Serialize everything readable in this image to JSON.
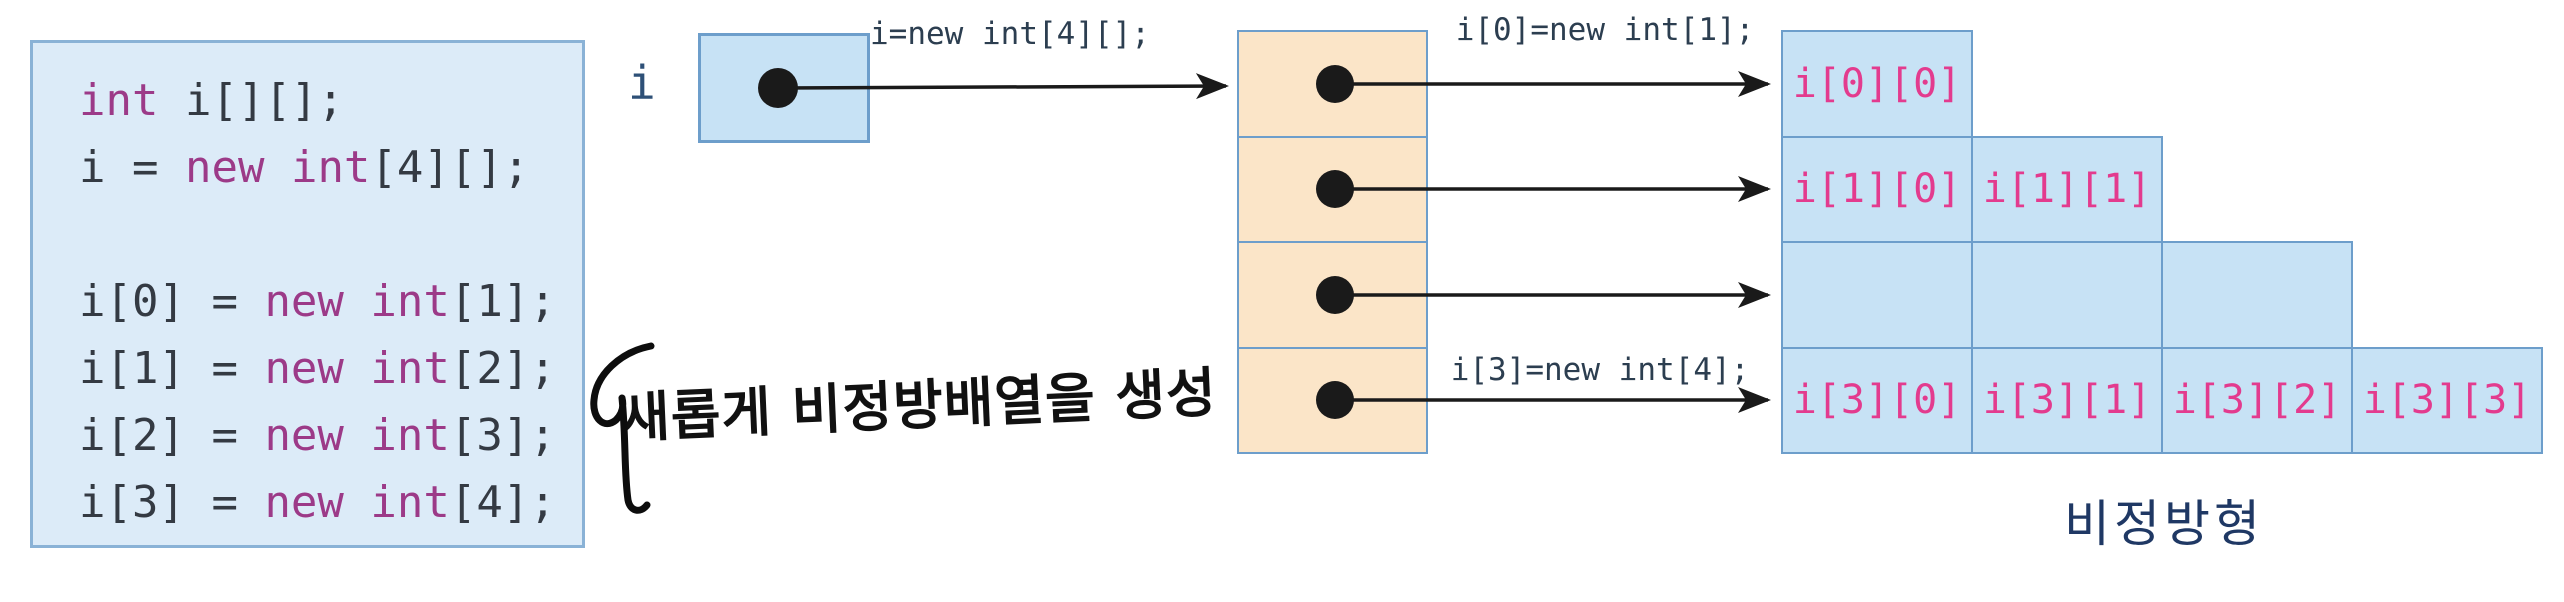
{
  "code_panel": {
    "lines": [
      [
        {
          "t": "int",
          "k": 1
        },
        {
          "t": " i[][];",
          "k": 0
        }
      ],
      [
        {
          "t": "i = ",
          "k": 0
        },
        {
          "t": "new",
          "k": 1
        },
        {
          "t": " ",
          "k": 0
        },
        {
          "t": "int",
          "k": 1
        },
        {
          "t": "[4][];",
          "k": 0
        }
      ],
      [],
      [
        {
          "t": "i[0] = ",
          "k": 0
        },
        {
          "t": "new",
          "k": 1
        },
        {
          "t": " ",
          "k": 0
        },
        {
          "t": "int",
          "k": 1
        },
        {
          "t": "[1];",
          "k": 0
        }
      ],
      [
        {
          "t": "i[1] = ",
          "k": 0
        },
        {
          "t": "new",
          "k": 1
        },
        {
          "t": " ",
          "k": 0
        },
        {
          "t": "int",
          "k": 1
        },
        {
          "t": "[2];",
          "k": 0
        }
      ],
      [
        {
          "t": "i[2] = ",
          "k": 0
        },
        {
          "t": "new",
          "k": 1
        },
        {
          "t": " ",
          "k": 0
        },
        {
          "t": "int",
          "k": 1
        },
        {
          "t": "[3];",
          "k": 0
        }
      ],
      [
        {
          "t": "i[3] = ",
          "k": 0
        },
        {
          "t": "new",
          "k": 1
        },
        {
          "t": " ",
          "k": 0
        },
        {
          "t": "int",
          "k": 1
        },
        {
          "t": "[4];",
          "k": 0
        }
      ]
    ]
  },
  "reference_variable": {
    "label": "i"
  },
  "arrow_labels": {
    "root": "i=new int[4][];",
    "row0": "i[0]=new int[1];",
    "row3": "i[3]=new int[4];"
  },
  "pointer_array": {
    "cell_count": 4
  },
  "jagged_array": {
    "rows": [
      [
        "i[0][0]"
      ],
      [
        "i[1][0]",
        "i[1][1]"
      ],
      [
        "",
        "",
        ""
      ],
      [
        "i[3][0]",
        "i[3][1]",
        "i[3][2]",
        "i[3][3]"
      ]
    ]
  },
  "caption": "비정방형",
  "annotation": "새롭게 비정방배열을 생성",
  "colors": {
    "panel_blue": "#dcebf8",
    "panel_border": "#8ab2d6",
    "cell_blue": "#c7e2f5",
    "cell_border": "#6d9ecb",
    "orange": "#fbe5c8",
    "keyword": "#9c3a88",
    "code_text": "#343a43",
    "label_pink": "#e33b8e",
    "diagram_text": "#2c3e50",
    "caption_navy": "#1f3864",
    "ink": "#111111"
  }
}
